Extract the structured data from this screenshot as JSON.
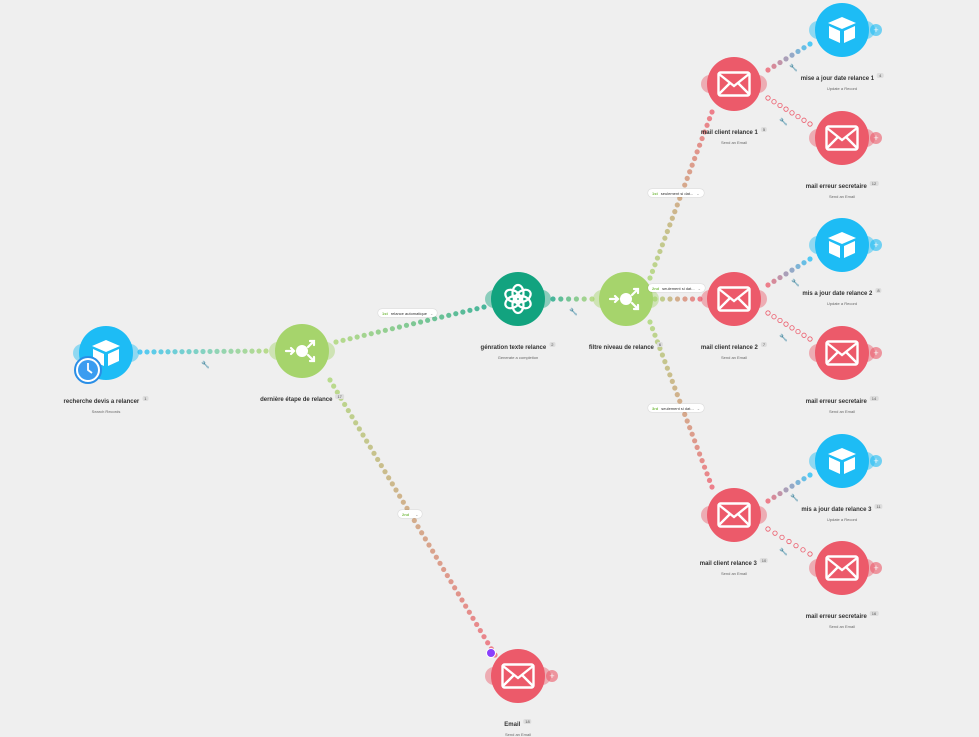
{
  "colors": {
    "airtable": "#1dbcf5",
    "router": "#a6d46c",
    "openai": "#12a37f",
    "email": "#ec5a6a",
    "background": "#efefef"
  },
  "modules": [
    {
      "id": "n1",
      "name": "recherche devis a relancer",
      "num": "1",
      "sub": "Search Records",
      "icon": "airtable-icon"
    },
    {
      "id": "n2",
      "name": "dernière étape de relance",
      "num": "17",
      "sub": "",
      "icon": "router-icon"
    },
    {
      "id": "n3",
      "name": "génration texte relance",
      "num": "2",
      "sub": "Generate a completion",
      "icon": "openai-icon"
    },
    {
      "id": "n4",
      "name": "filtre niveau de relance",
      "num": "6",
      "sub": "",
      "icon": "router-icon"
    },
    {
      "id": "n5",
      "name": "mail client relance 1",
      "num": "5",
      "sub": "Send an Email",
      "icon": "email-icon"
    },
    {
      "id": "n6",
      "name": "mise a jour date relance 1",
      "num": "4",
      "sub": "Update a Record",
      "icon": "airtable-icon"
    },
    {
      "id": "n7",
      "name": "mail erreur secretaire",
      "num": "12",
      "sub": "Send an Email",
      "icon": "email-icon"
    },
    {
      "id": "n8",
      "name": "mail client relance 2",
      "num": "7",
      "sub": "Send an Email",
      "icon": "email-icon"
    },
    {
      "id": "n9",
      "name": "mis a jour date relance 2",
      "num": "8",
      "sub": "Update a Record",
      "icon": "airtable-icon"
    },
    {
      "id": "n10",
      "name": "mail erreur secretaire",
      "num": "14",
      "sub": "Send an Email",
      "icon": "email-icon"
    },
    {
      "id": "n11",
      "name": "mail client relance 3",
      "num": "10",
      "sub": "Send an Email",
      "icon": "email-icon"
    },
    {
      "id": "n12",
      "name": "mis a jour date relance 3",
      "num": "11",
      "sub": "Update a Record",
      "icon": "airtable-icon"
    },
    {
      "id": "n13",
      "name": "mail erreur secretaire",
      "num": "16",
      "sub": "Send an Email",
      "icon": "email-icon"
    },
    {
      "id": "n14",
      "name": "Email",
      "num": "18",
      "sub": "Send an Email",
      "icon": "email-icon"
    }
  ],
  "filters": [
    {
      "id": "f1",
      "num": "1st",
      "label": "relance automatique"
    },
    {
      "id": "f2",
      "num": "1st",
      "label": "seulement si dat..."
    },
    {
      "id": "f3",
      "num": "2nd",
      "label": "seulement si dat..."
    },
    {
      "id": "f4",
      "num": "3rd",
      "label": "seulement si dat..."
    },
    {
      "id": "f5",
      "num": "2nd",
      "label": ""
    }
  ],
  "add_symbol": "+",
  "chevron_symbol": "⌄",
  "wrench_symbol": "🔧"
}
